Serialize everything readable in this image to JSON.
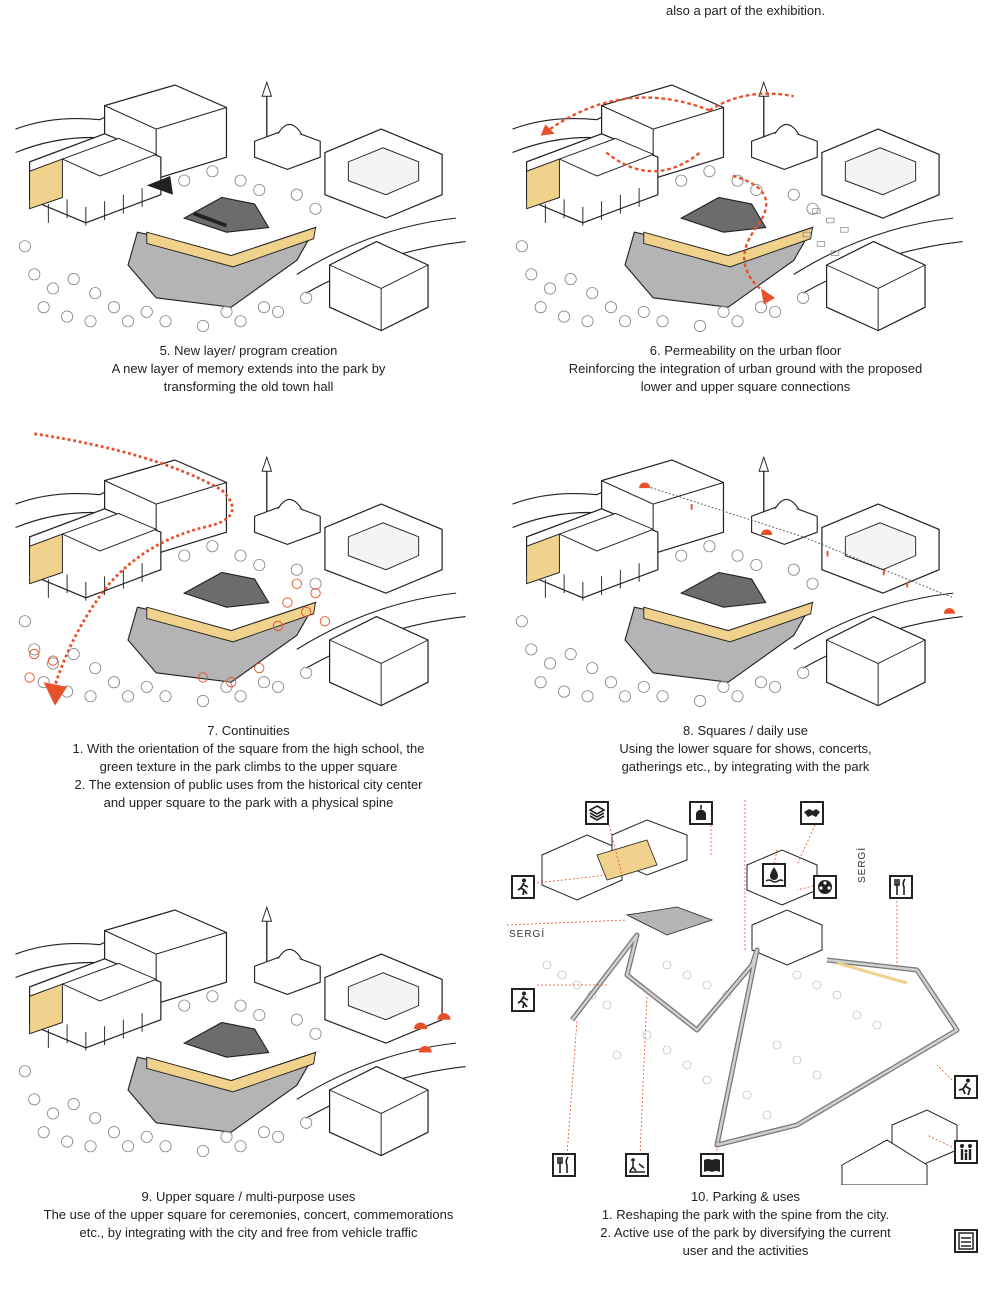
{
  "top_captions": {
    "left": "",
    "right": "also a part of the exhibition."
  },
  "panels": [
    {
      "id": "p5",
      "title": "5. New layer/ program creation",
      "lines": [
        "A new layer of memory extends into the park by",
        "transforming the old town hall"
      ]
    },
    {
      "id": "p6",
      "title": "6. Permeability on the urban floor",
      "lines": [
        "Reinforcing the integration of urban ground with the proposed",
        "lower and upper square connections"
      ]
    },
    {
      "id": "p7",
      "title": "7. Continuities",
      "lines": [
        "1. With the orientation of the square from the high school, the",
        "green texture in the park climbs to the upper square",
        "2. The extension of public uses from the historical city center",
        "and upper square to the park with a physical spine"
      ]
    },
    {
      "id": "p8",
      "title": "8. Squares / daily use",
      "lines": [
        "Using the lower square for shows, concerts,",
        "gatherings etc., by integrating with the park"
      ]
    },
    {
      "id": "p9",
      "title": "9. Upper square / multi-purpose uses",
      "lines": [
        "The use of the upper square for ceremonies, concert, commemorations",
        "etc., by integrating with the city and free from vehicle traffic"
      ]
    },
    {
      "id": "p10",
      "title": "10. Parking & uses",
      "lines": [
        "1. Reshaping the park with the spine from the city.",
        "2. Active use of the park by diversifying the current",
        "user and the activities"
      ]
    }
  ],
  "labels": {
    "sergi_left": "SERGİ",
    "sergi_right": "SERGİ"
  },
  "icons": [
    "layers-icon",
    "mosque-icon",
    "handshake-icon",
    "water-icon",
    "film-reel-icon",
    "pedestrian-icon",
    "restaurant-icon",
    "pedestrian-icon",
    "running-icon",
    "family-icon",
    "restaurant-icon",
    "playground-icon",
    "book-icon",
    "library-icon"
  ],
  "colors": {
    "accent": "#f0d28c",
    "path": "#e8502a",
    "shade": "#b4b4b4",
    "line": "#222222"
  }
}
